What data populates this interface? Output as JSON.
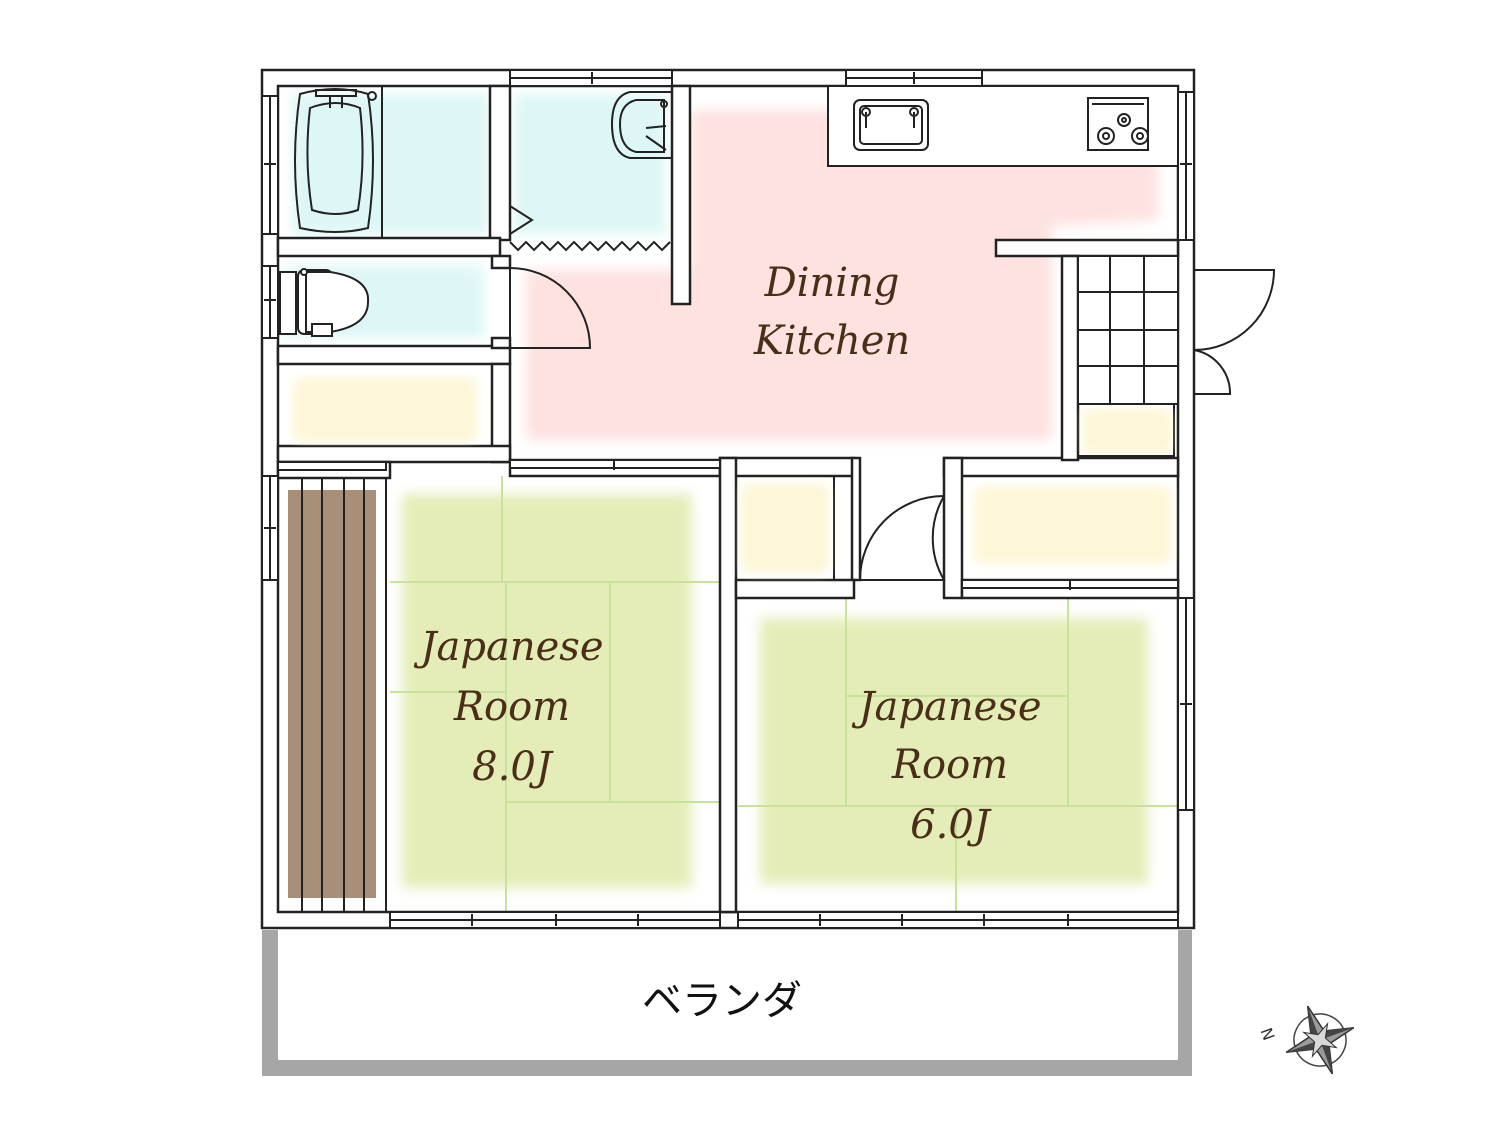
{
  "rooms": {
    "dining_kitchen": {
      "line1": "Dining",
      "line2": "Kitchen"
    },
    "japanese_room_8": {
      "line1": "Japanese",
      "line2": "Room",
      "size": "8.0J"
    },
    "japanese_room_6": {
      "line1": "Japanese",
      "line2": "Room",
      "size": "6.0J"
    },
    "veranda": "ベランダ"
  },
  "compass": {
    "north_label": "N"
  },
  "colors": {
    "wall": "#222222",
    "wet_area": "#ddf7f6",
    "dining_kitchen": "#fde2e0",
    "storage": "#fdf7d8",
    "tatami": "#e4edb8",
    "flooring": "#a89078",
    "veranda_rail": "#a6a6a6",
    "label_text": "#4a2e17"
  }
}
